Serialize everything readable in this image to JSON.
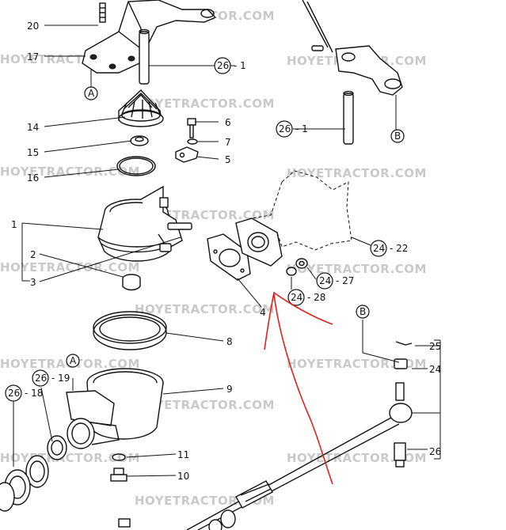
{
  "watermark": "HOYETRACTOR.COM",
  "callouts": {
    "c20": "20",
    "c17": "17",
    "c14": "14",
    "c15": "15",
    "c16": "16",
    "c1": "1",
    "c2": "2",
    "c3": "3",
    "c4": "4",
    "c5": "5",
    "c6": "6",
    "c7": "7",
    "c8": "8",
    "c9": "9",
    "c10": "10",
    "c11": "11",
    "c24": "24",
    "c25": "25",
    "c26": "26"
  },
  "circled_refs": {
    "a_top": "A",
    "a_mid": "A",
    "b_right": "B",
    "b_mid": "B",
    "r26_1_top": "26",
    "r26_1_top_suffix": "- 1",
    "r26_1_right": "26",
    "r26_1_right_suffix": "- 1",
    "r24_22": "24",
    "r24_22_suffix": "- 22",
    "r24_27": "24",
    "r24_27_suffix": "- 27",
    "r24_28": "24",
    "r24_28_suffix": "- 28",
    "r26_19": "26",
    "r26_19_suffix": "- 19",
    "r26_18": "26",
    "r26_18_suffix": "- 18"
  },
  "colors": {
    "ink": "#111111",
    "watermark": "#c9c9c9",
    "annotation": "#e0201c"
  }
}
